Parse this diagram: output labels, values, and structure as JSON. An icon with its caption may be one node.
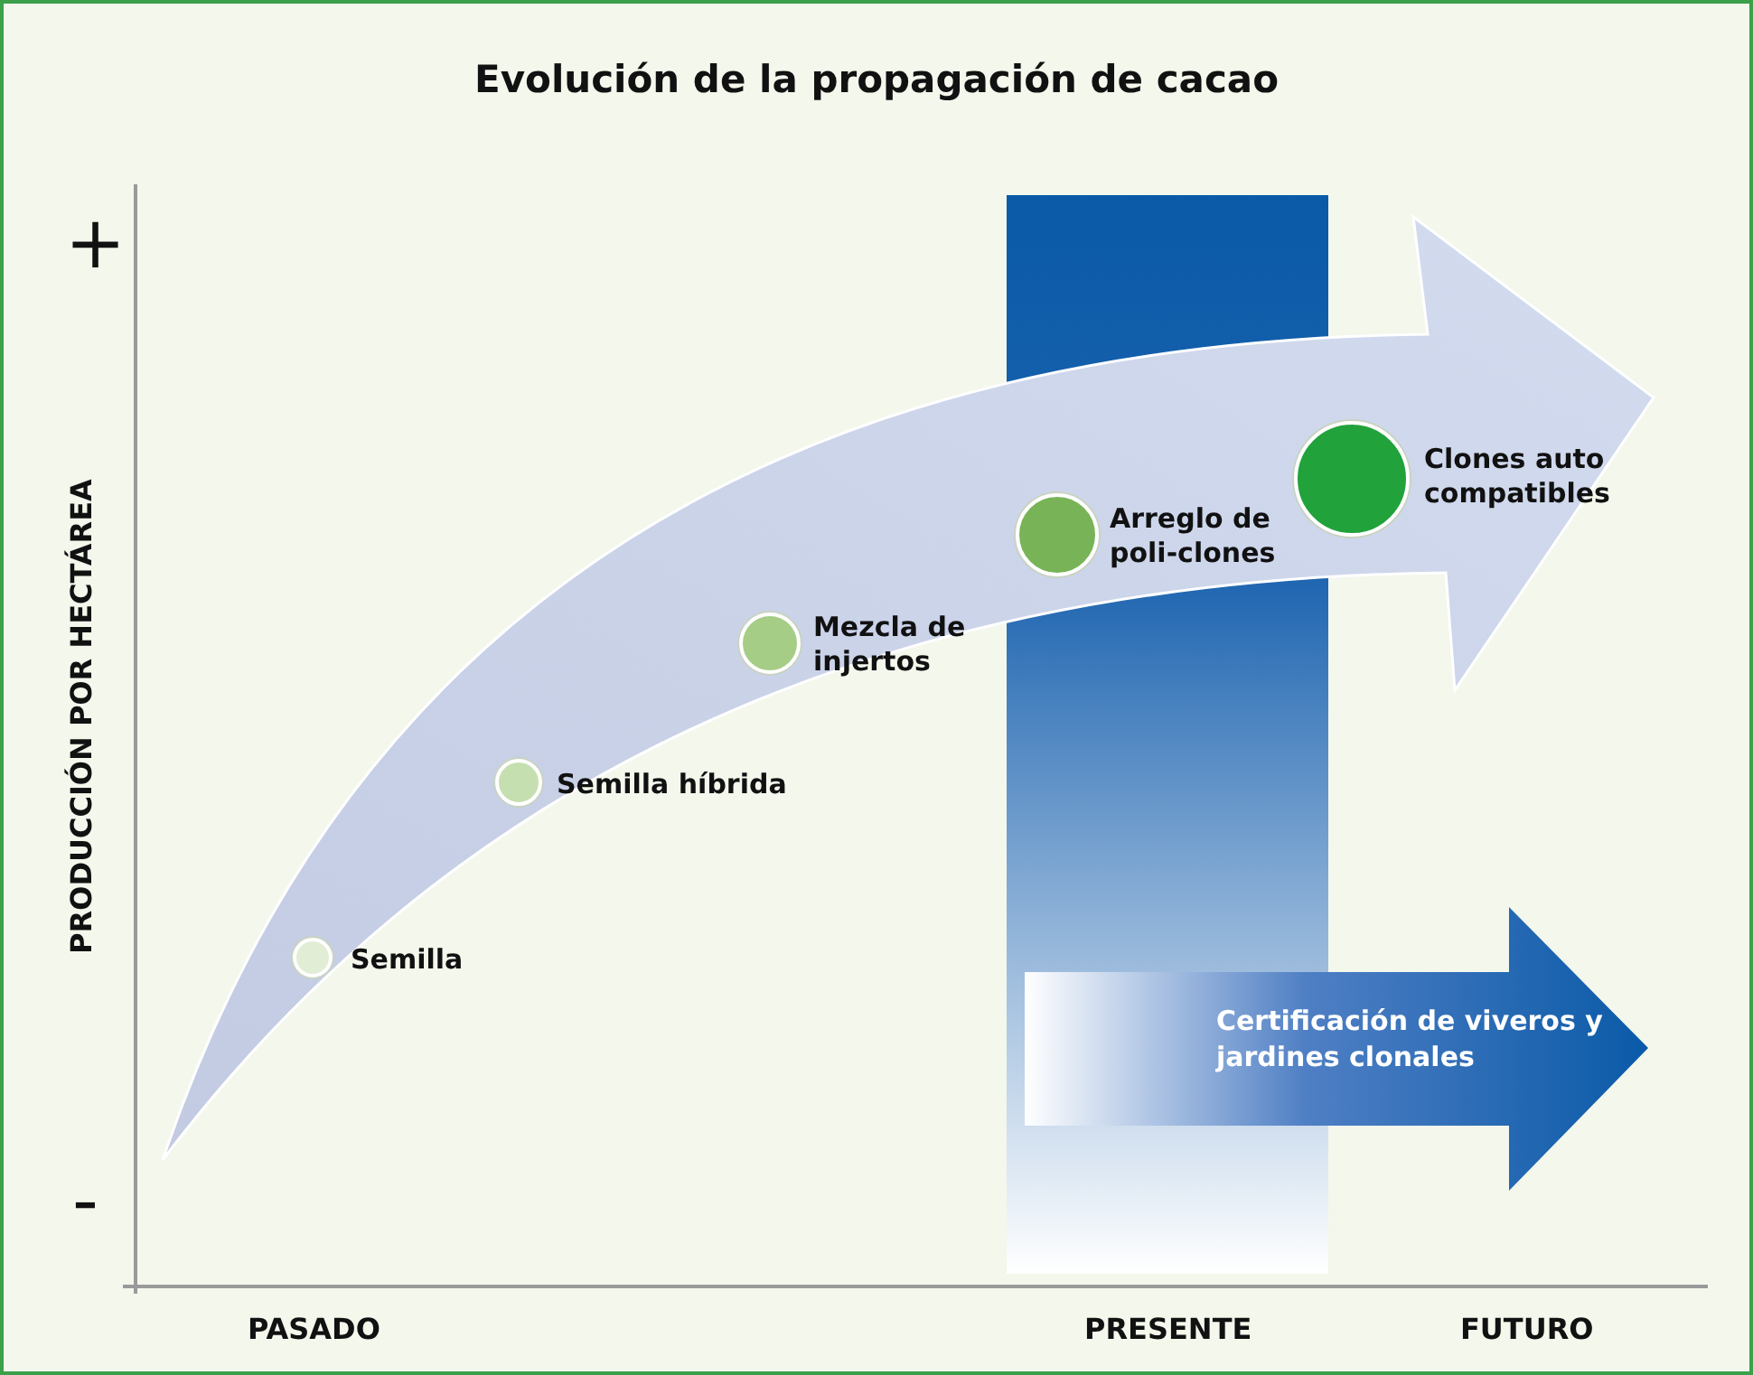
{
  "diagram": {
    "title": "Evolución de la propagación de cacao",
    "nodes": [
      {
        "text": [],
        "shape": "circle",
        "beside": [
          "Semilla"
        ]
      },
      {
        "text": [],
        "shape": "circle",
        "beside": [
          "Semilla híbrida"
        ]
      },
      {
        "text": [],
        "shape": "circle",
        "beside": [
          "Mezcla de injertos"
        ]
      },
      {
        "text": [],
        "shape": "circle",
        "beside": [
          "Arreglo de poli-clones"
        ]
      },
      {
        "text": [],
        "shape": "circle",
        "beside": [
          "Clones auto compatibles"
        ]
      },
      {
        "text": [
          "Certificación de viveros y jardines clonales"
        ]
      }
    ],
    "labels": [
      "+",
      "PRODUCCIÓN POR HECTÁREA",
      "-",
      "PASADO",
      "PRESENTE",
      "FUTURO"
    ]
  }
}
